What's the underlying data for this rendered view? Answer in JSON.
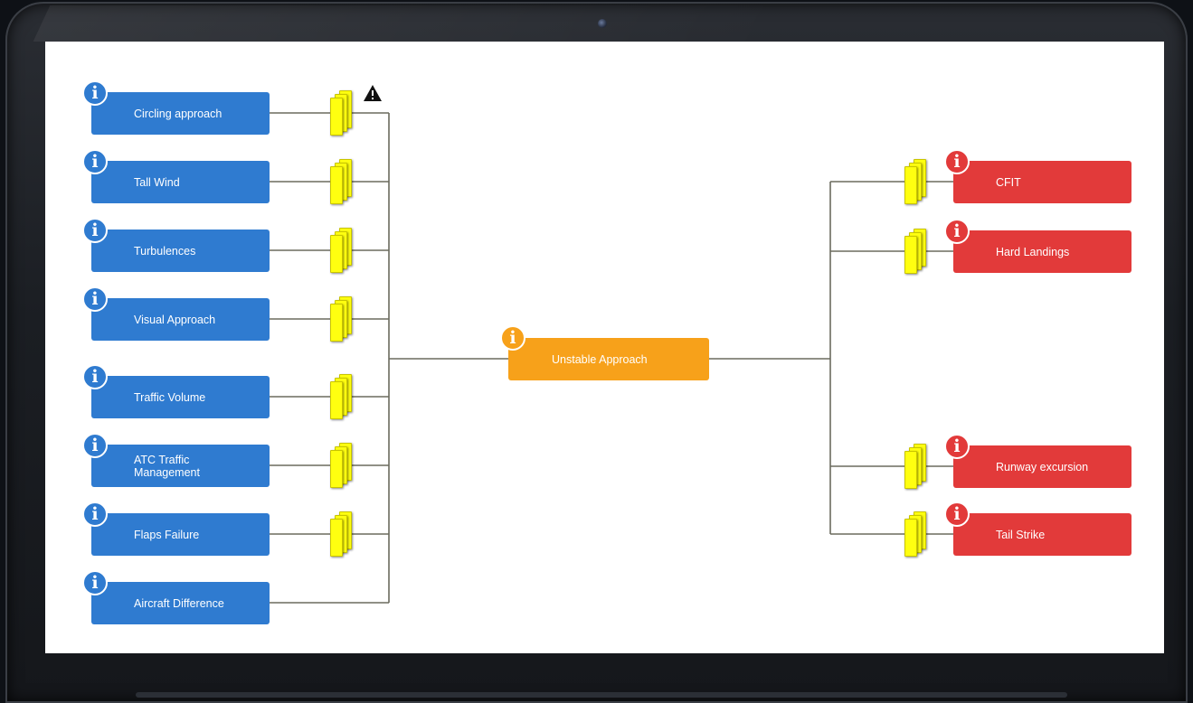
{
  "diagram": {
    "central_event": {
      "label": "Unstable Approach"
    },
    "causes": [
      {
        "label": "Circling approach",
        "warning": true
      },
      {
        "label": "Tall Wind"
      },
      {
        "label": "Turbulences"
      },
      {
        "label": "Visual Approach"
      },
      {
        "label": "Traffic Volume"
      },
      {
        "label": "ATC Traffic Management"
      },
      {
        "label": "Flaps Failure"
      },
      {
        "label": "Aircraft Difference"
      }
    ],
    "consequences": [
      {
        "label": "CFIT"
      },
      {
        "label": "Hard Landings"
      },
      {
        "label": "Runway excursion"
      },
      {
        "label": "Tail Strike"
      }
    ],
    "info_glyph": "i",
    "icons": {
      "info": "info-icon",
      "barrier": "barrier-stack-icon",
      "warning": "warning-triangle-icon"
    },
    "colors": {
      "cause": "#2f7bd0",
      "consequence": "#e23a3a",
      "central": "#f7a11a",
      "barrier": "#ffff10",
      "connector": "#6b6b5e"
    }
  }
}
